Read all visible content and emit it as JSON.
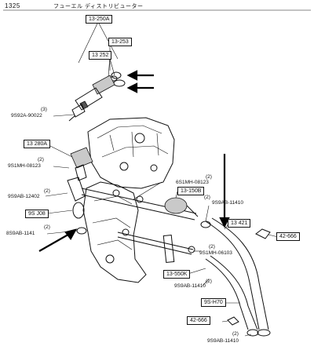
{
  "header": {
    "page_number": "1325",
    "title": "フューエル ディストリビューター"
  },
  "parts": [
    {
      "key": "p13250a",
      "text": "13-250A"
    },
    {
      "key": "p13253",
      "text": "13-253"
    },
    {
      "key": "p13252",
      "text": "13 252"
    },
    {
      "key": "p9s92a",
      "text": "9S92A-90022"
    },
    {
      "key": "p13280a",
      "text": "13 280A"
    },
    {
      "key": "p9s1mh08123a",
      "text": "9S1MH-08123"
    },
    {
      "key": "p6s1mh08123",
      "text": "6S1MH-08123"
    },
    {
      "key": "p13150b",
      "text": "13-150B"
    },
    {
      "key": "p9s9ab12402",
      "text": "9S9AB-12402"
    },
    {
      "key": "p9s9ab11410a",
      "text": "9S9AB-11410"
    },
    {
      "key": "p9sj08",
      "text": "9S J08"
    },
    {
      "key": "p8s9ab1141",
      "text": "8S9AB-1141"
    },
    {
      "key": "p13421",
      "text": "13 421"
    },
    {
      "key": "p42666a",
      "text": "42-666"
    },
    {
      "key": "p9s1mh06103",
      "text": "9S1MH-06103"
    },
    {
      "key": "p13550k",
      "text": "13-550K"
    },
    {
      "key": "p9s9ab11410b",
      "text": "9S9AB-11410"
    },
    {
      "key": "p9sh70",
      "text": "9S-H70"
    },
    {
      "key": "p42666b",
      "text": "42-666"
    },
    {
      "key": "p9s9ab11410c",
      "text": "9S9AB-11410"
    }
  ],
  "quantities": {
    "q3": "(3)",
    "q2": "(2)"
  }
}
